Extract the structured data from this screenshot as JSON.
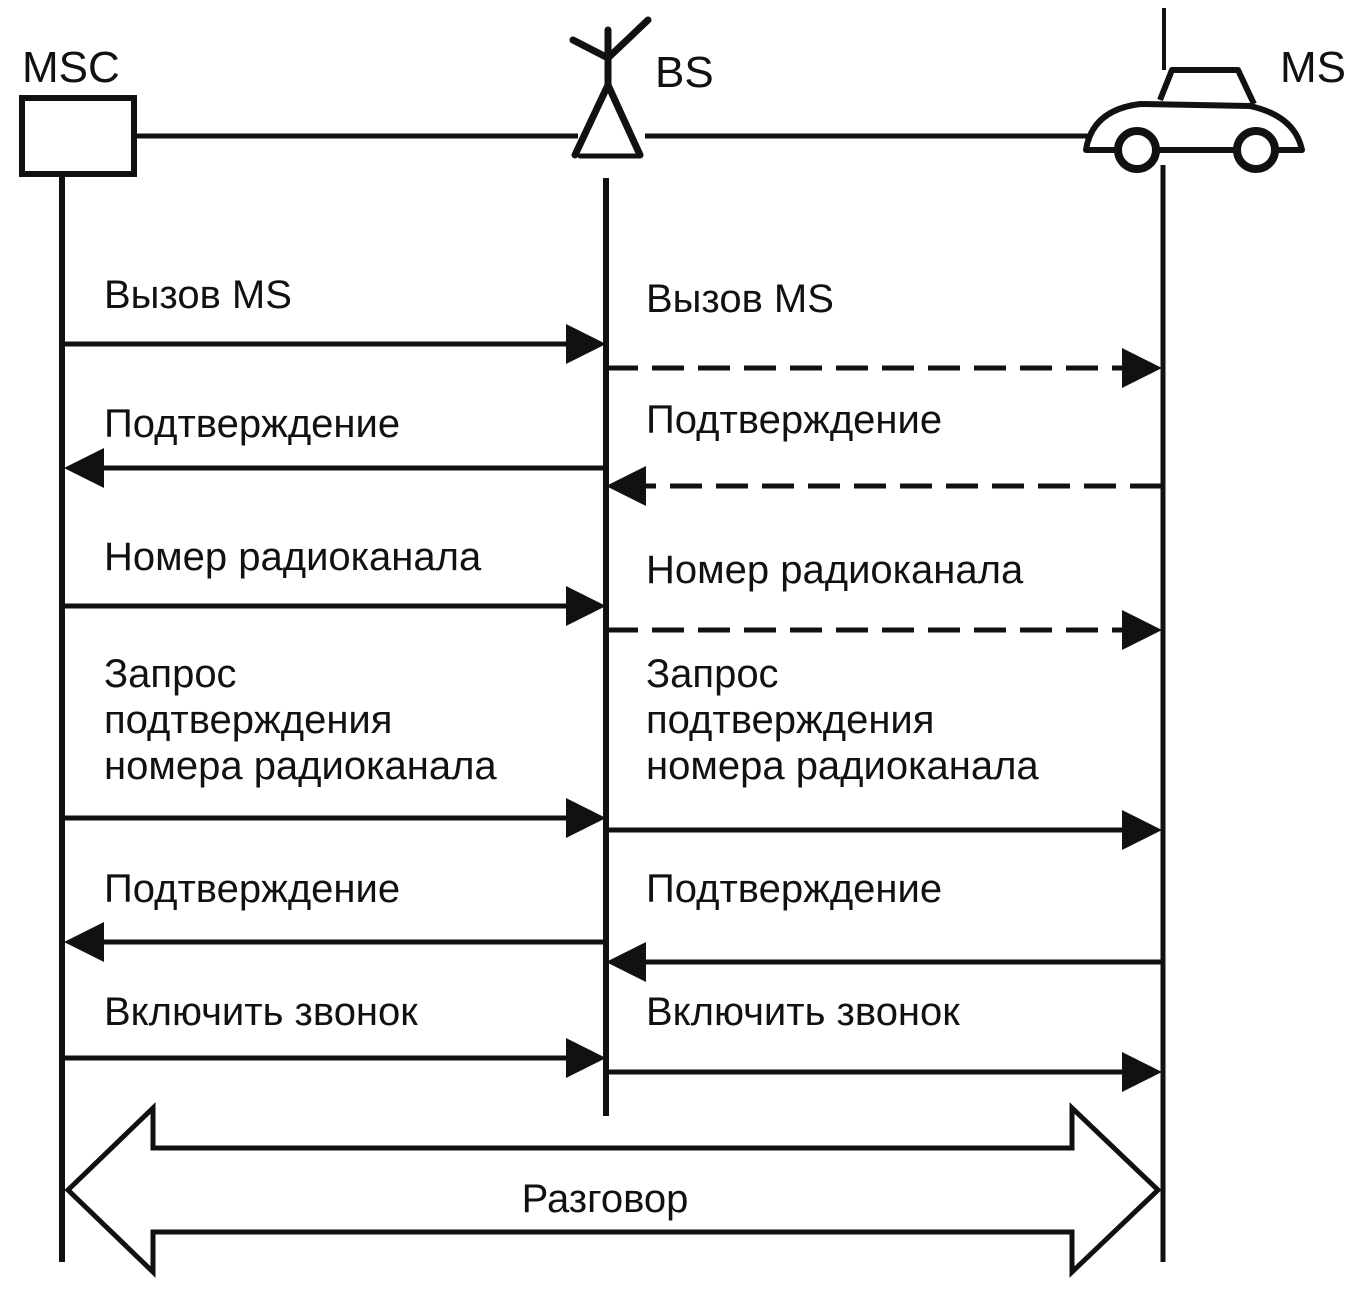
{
  "diagram": {
    "type": "sequence-diagram",
    "ink_color": "#111111",
    "background": "#ffffff",
    "entities": [
      {
        "id": "msc",
        "label": "MSC",
        "icon": "switching-center-box-icon"
      },
      {
        "id": "bs",
        "label": "BS",
        "icon": "antenna-tower-icon"
      },
      {
        "id": "ms",
        "label": "MS",
        "icon": "car-icon"
      }
    ],
    "links": [
      {
        "from": "msc",
        "to": "bs"
      },
      {
        "from": "bs",
        "to": "ms"
      }
    ],
    "messages": [
      {
        "from": "msc",
        "to": "bs",
        "label_lines": [
          "Вызов MS"
        ],
        "style": "solid"
      },
      {
        "from": "bs",
        "to": "ms",
        "label_lines": [
          "Вызов MS"
        ],
        "style": "dashed"
      },
      {
        "from": "bs",
        "to": "msc",
        "label_lines": [
          "Подтверждение"
        ],
        "style": "solid"
      },
      {
        "from": "ms",
        "to": "bs",
        "label_lines": [
          "Подтверждение"
        ],
        "style": "dashed"
      },
      {
        "from": "msc",
        "to": "bs",
        "label_lines": [
          "Номер радиоканала"
        ],
        "style": "solid"
      },
      {
        "from": "bs",
        "to": "ms",
        "label_lines": [
          "Номер радиоканала"
        ],
        "style": "dashed"
      },
      {
        "from": "msc",
        "to": "bs",
        "label_lines": [
          "Запрос",
          "подтверждения",
          "номера радиоканала"
        ],
        "style": "solid"
      },
      {
        "from": "bs",
        "to": "ms",
        "label_lines": [
          "Запрос",
          "подтверждения",
          "номера радиоканала"
        ],
        "style": "solid"
      },
      {
        "from": "bs",
        "to": "msc",
        "label_lines": [
          "Подтверждение"
        ],
        "style": "solid"
      },
      {
        "from": "ms",
        "to": "bs",
        "label_lines": [
          "Подтверждение"
        ],
        "style": "solid"
      },
      {
        "from": "msc",
        "to": "bs",
        "label_lines": [
          "Включить звонок"
        ],
        "style": "solid"
      },
      {
        "from": "bs",
        "to": "ms",
        "label_lines": [
          "Включить звонок"
        ],
        "style": "solid"
      }
    ],
    "conversation": {
      "from": "msc",
      "to": "ms",
      "label": "Разговор",
      "direction": "bidirectional"
    }
  }
}
